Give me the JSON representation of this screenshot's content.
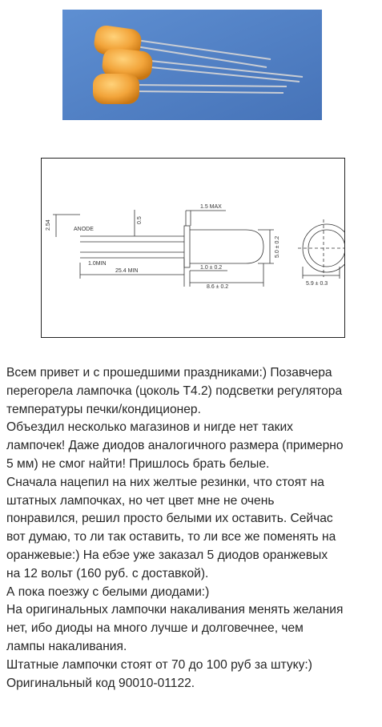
{
  "drawing": {
    "label_anode": "ANODE",
    "dim_2_54": "2.54",
    "dim_0_5": "0.5",
    "dim_1_5_max": "1.5 MAX",
    "dim_1_0_min": "1.0MIN",
    "dim_25_4_min": "25.4 MIN",
    "dim_1_0": "1.0 ± 0.2",
    "dim_8_6": "8.6 ± 0.2",
    "dim_5_0": "5.0 ± 0.2",
    "dim_5_9": "5.9 ± 0.3"
  },
  "article": {
    "lines": [
      "Всем привет и с прошедшими праздниками:) Позавчера",
      "перегорела лампочка (цоколь Т4.2) подсветки регулятора",
      "температуры печки/кондиционер.",
      "Объездил несколько магазинов и нигде нет таких",
      "лампочек! Даже диодов аналогичного размера (примерно",
      "5 мм) не смог найти! Пришлось брать белые.",
      "Сначала нацепил на них желтые резинки, что стоят на",
      "штатных лампочках, но чет цвет мне не очень",
      "понравился, решил просто белыми их оставить. Сейчас",
      "вот думаю, то ли так оставить, то ли все же поменять на",
      "оранжевые:) На ебэе уже заказал 5 диодов оранжевых",
      "на 12 вольт (160 руб. с доставкой).",
      "А пока поезжу с белыми диодами:)",
      "На оригинальных лампочки накаливания менять желания",
      "нет, ибо диоды на много лучше и долговечнее, чем",
      "лампы накаливания.",
      "Штатные лампочки стоят от 70 до 100 руб за штуку:)",
      "Оригинальный код 90010-01122."
    ]
  },
  "colors": {
    "photo_bg": "#4f7fc4",
    "led_orange": "#f2a43a",
    "text": "#262626"
  }
}
